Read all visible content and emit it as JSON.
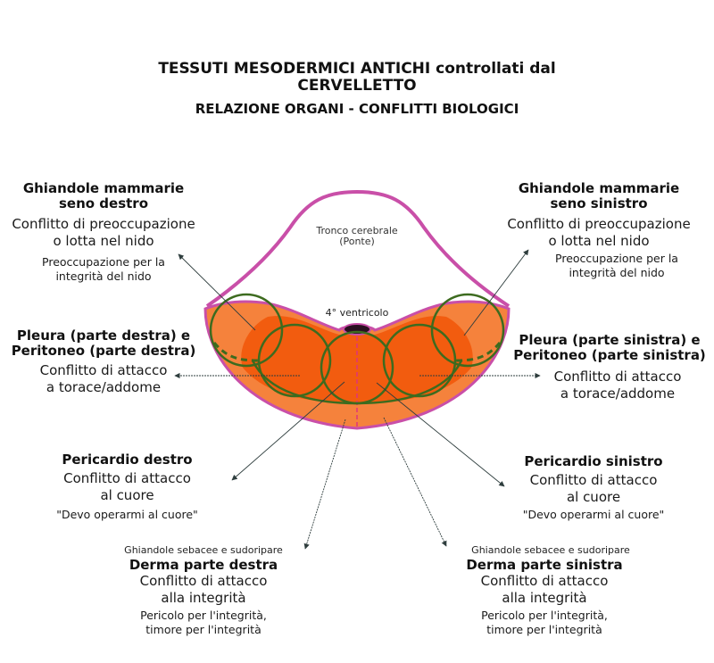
{
  "header": {
    "title_line1": "TESSUTI MESODERMICI ANTICHI controllati dal",
    "title_line2": "CERVELLETTO",
    "subtitle": "RELAZIONE ORGANI - CONFLITTI BIOLOGICI"
  },
  "diagram": {
    "brainstem_label_line1": "Tronco cerebrale",
    "brainstem_label_line2": "(Ponte)",
    "ventricle_label": "4° ventricolo",
    "colors": {
      "outline": "#c94fa8",
      "outer_fill": "#f5823c",
      "inner_fill": "#f25c0f",
      "circle_stroke": "#3d6b1f",
      "ventricle": "#2a1020"
    }
  },
  "annotations": {
    "mammary_right": {
      "heading_line1": "Ghiandole mammarie",
      "heading_line2": "seno destro",
      "conflict_line1": "Conflitto di preoccupazione",
      "conflict_line2": "o lotta nel nido",
      "note_line1": "Preoccupazione per la",
      "note_line2": "integrità del nido"
    },
    "mammary_left": {
      "heading_line1": "Ghiandole mammarie",
      "heading_line2": "seno sinistro",
      "conflict_line1": "Conflitto di preoccupazione",
      "conflict_line2": "o lotta nel nido",
      "note_line1": "Preoccupazione per la",
      "note_line2": "integrità del nido"
    },
    "pleura_right": {
      "heading_line1": "Pleura (parte destra) e",
      "heading_line2": "Peritoneo (parte destra)",
      "conflict_line1": "Conflitto di attacco",
      "conflict_line2": "a torace/addome"
    },
    "pleura_left": {
      "heading_line1": "Pleura (parte sinistra) e",
      "heading_line2": "Peritoneo (parte sinistra)",
      "conflict_line1": "Conflitto di attacco",
      "conflict_line2": "a torace/addome"
    },
    "pericardium_right": {
      "heading": "Pericardio destro",
      "conflict_line1": "Conflitto di attacco",
      "conflict_line2": "al cuore",
      "note": "\"Devo operarmi al cuore\""
    },
    "pericardium_left": {
      "heading": "Pericardio sinistro",
      "conflict_line1": "Conflitto di attacco",
      "conflict_line2": "al cuore",
      "note": "\"Devo operarmi al cuore\""
    },
    "dermis_right": {
      "glands": "Ghiandole sebacee e sudoripare",
      "heading": "Derma parte destra",
      "conflict_line1": "Conflitto di attacco",
      "conflict_line2": "alla integrità",
      "note_line1": "Pericolo per l'integrità,",
      "note_line2": "timore per l'integrità"
    },
    "dermis_left": {
      "glands": "Ghiandole sebacee e sudoripare",
      "heading": "Derma parte sinistra",
      "conflict_line1": "Conflitto di attacco",
      "conflict_line2": "alla integrità",
      "note_line1": "Pericolo per l'integrità,",
      "note_line2": "timore per l'integrità"
    }
  }
}
